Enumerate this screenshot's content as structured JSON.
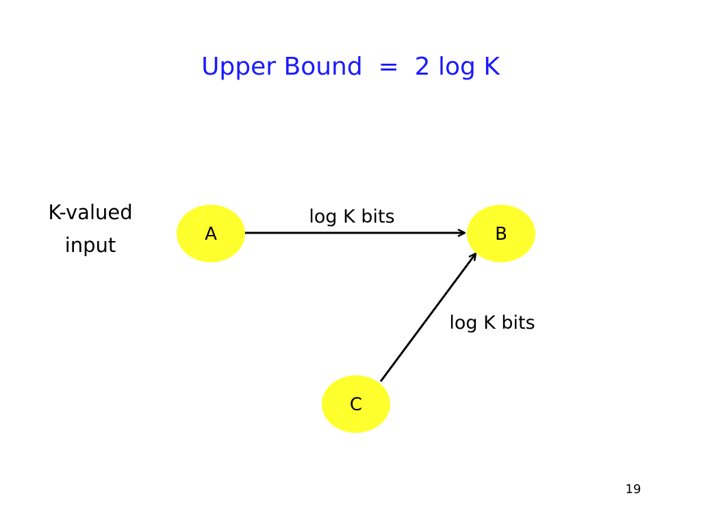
{
  "title": "Upper Bound  =  2 log K",
  "input_label": {
    "line1": "K-valued",
    "line2": "input"
  },
  "nodes": {
    "a": "A",
    "b": "B",
    "c": "C"
  },
  "edges": {
    "a_to_b": "log K bits",
    "c_to_b": "log K bits"
  },
  "colors": {
    "title": "#1a1aff",
    "node_fill": "#ffff2e",
    "edge": "#000000"
  },
  "page_number": "19"
}
